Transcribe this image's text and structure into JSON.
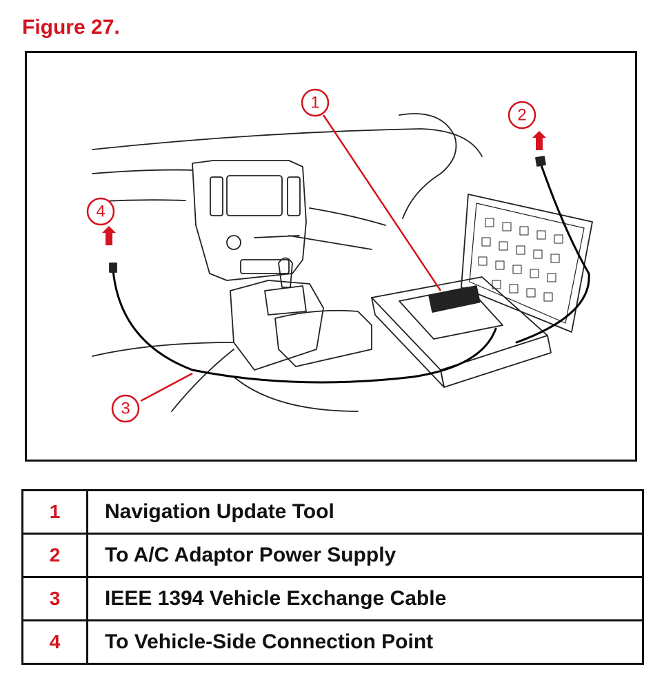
{
  "figure_title": "Figure 27.",
  "colors": {
    "callout_red": "#d4141e",
    "line_black": "#111111"
  },
  "callouts": [
    {
      "num": "1"
    },
    {
      "num": "2"
    },
    {
      "num": "3"
    },
    {
      "num": "4"
    }
  ],
  "legend": [
    {
      "num": "1",
      "desc": "Navigation Update Tool"
    },
    {
      "num": "2",
      "desc": "To A/C Adaptor Power Supply"
    },
    {
      "num": "3",
      "desc": "IEEE 1394 Vehicle Exchange Cable"
    },
    {
      "num": "4",
      "desc": "To Vehicle-Side Connection Point"
    }
  ]
}
